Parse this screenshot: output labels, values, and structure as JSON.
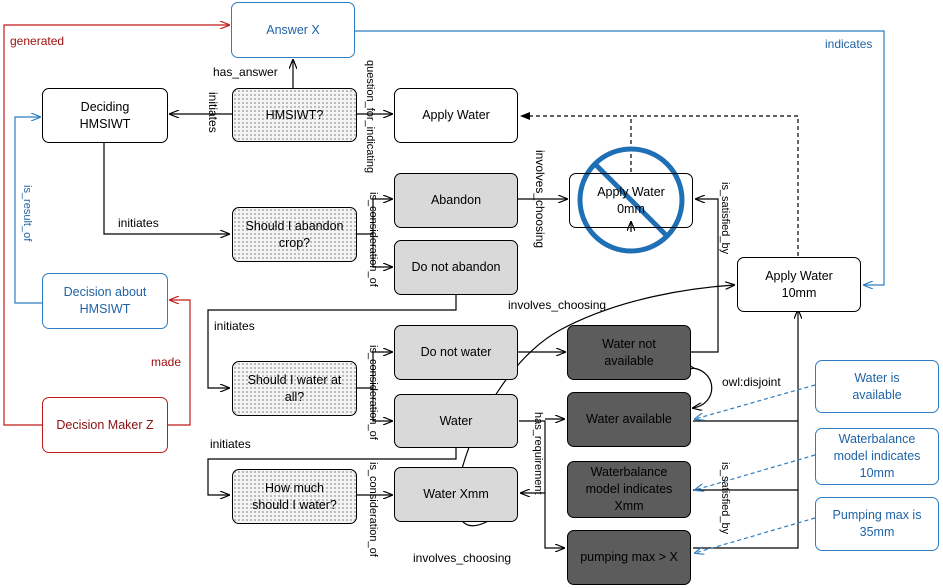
{
  "nodes": {
    "answer_x": "Answer X",
    "deciding": "Deciding\nHMSIWT",
    "hmsiwt_q": "HMSIWT?",
    "apply_water": "Apply Water",
    "abandon": "Abandon",
    "do_not_abandon": "Do not abandon",
    "should_abandon": "Should I abandon\ncrop?",
    "apply_0mm": "Apply Water\n0mm",
    "apply_10mm": "Apply Water\n10mm",
    "decision_about": "Decision about\nHMSIWT",
    "should_water": "Should I water at\nall?",
    "do_not_water": "Do not water",
    "water_not_available": "Water not\navailable",
    "water": "Water",
    "water_available": "Water available",
    "decision_maker": "Decision Maker Z",
    "how_much": "How much\nshould I water?",
    "water_xmm": "Water Xmm",
    "wb_indicates_xmm": "Waterbalance\nmodel indicates\nXmm",
    "pumping_max_x": "pumping max > X",
    "water_is_available": "Water is\navailable",
    "wb_indicates_10mm": "Waterbalance\nmodel indicates\n10mm",
    "pumping_max_35": "Pumping max is\n35mm"
  },
  "labels": {
    "generated": "generated",
    "indicates": "indicates",
    "has_answer": "has_answer",
    "initiates_1": "initiates",
    "question_for_indicating": "question_for_indicating",
    "involves_choosing_1": "involves_choosing",
    "initiates_2": "initiates",
    "is_consideration_of_1": "is_consideration_of",
    "is_result_of": "is_result_of",
    "is_satisfied_by_1": "is_satisfied_by",
    "involves_choosing_2": "involves_choosing",
    "initiates_3": "initiates",
    "made": "made",
    "is_consideration_of_2": "is_consideration_of",
    "owl_disjoint": "owl:disjoint",
    "has_requirement": "has_requirement",
    "initiates_4": "initiates",
    "is_consideration_of_3": "is_consideration_of",
    "is_satisfied_by_2": "is_satisfied_by",
    "involves_choosing_3": "involves_choosing"
  },
  "colors": {
    "blue": "#2f7dc0",
    "red": "#c01a1a",
    "light_gray": "#d9d9d9",
    "dark_gray": "#5c5c5c",
    "prohibition": "#1f6fb5"
  }
}
